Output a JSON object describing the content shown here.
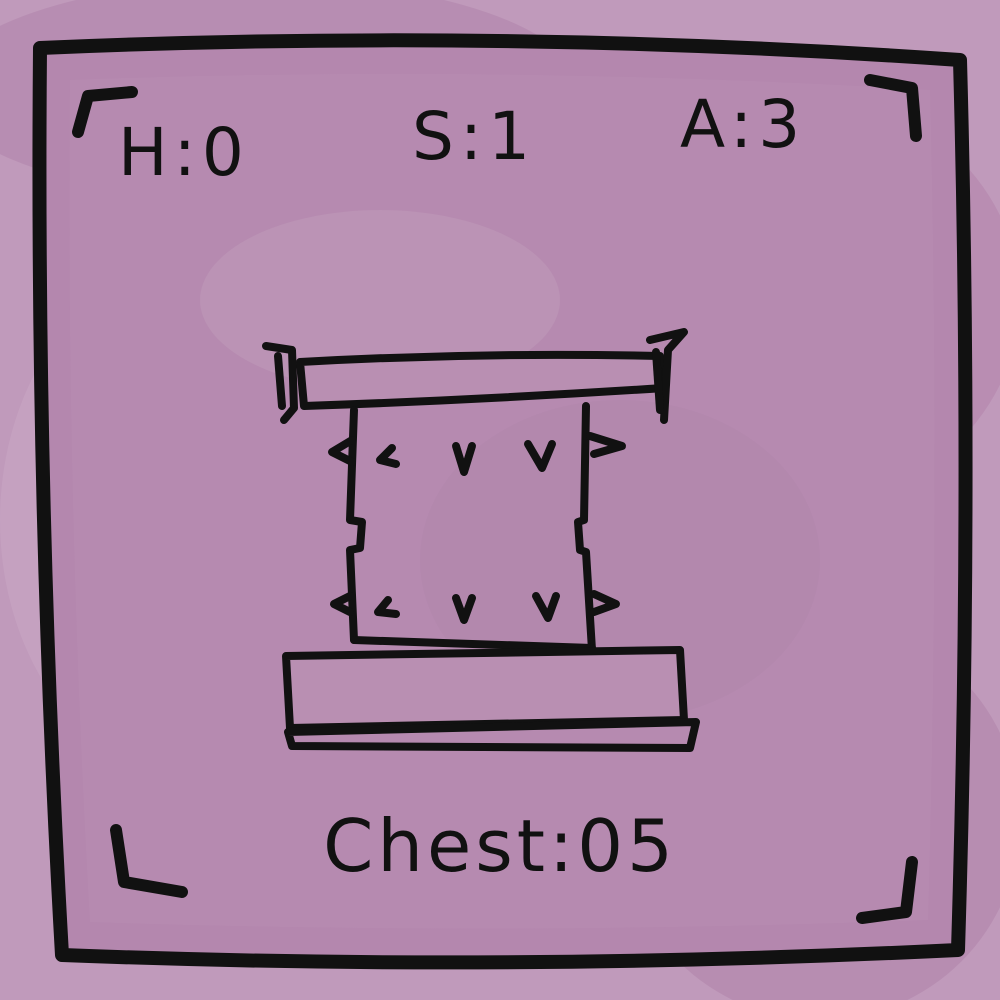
{
  "stats": {
    "health": "H:0",
    "speed": "S:1",
    "armor": "A:3"
  },
  "item": {
    "icon": "chest-armor-icon",
    "label": "Chest:05"
  },
  "colors": {
    "panel": "#b389ac",
    "panel_light": "#c6a2c0",
    "ink": "#111111"
  }
}
